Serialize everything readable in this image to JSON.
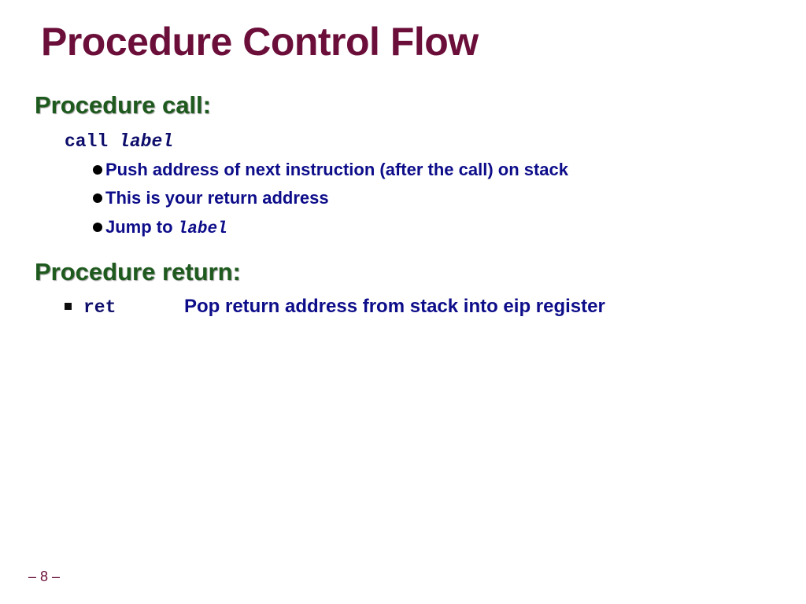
{
  "slide": {
    "title": "Procedure Control Flow",
    "page_number": "– 8 –"
  },
  "call_section": {
    "heading": "Procedure call:",
    "code_instruction": "call",
    "code_operand": "label",
    "bullets": [
      "Push address of next instruction (after the call) on stack",
      "This is your return address"
    ],
    "jump_text": "Jump to",
    "jump_operand": "label"
  },
  "return_section": {
    "heading": "Procedure return:",
    "code": "ret",
    "description": "Pop return address from stack into eip register"
  }
}
